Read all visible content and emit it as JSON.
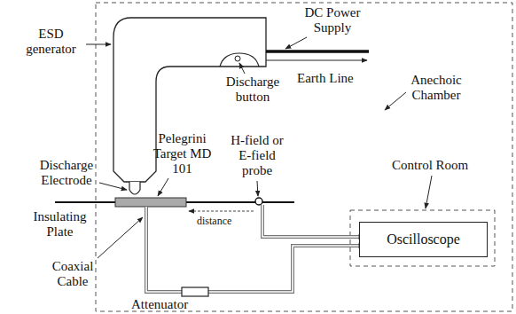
{
  "diagram": {
    "nodes": [
      {
        "text": [
          "Oscilloscope"
        ]
      }
    ],
    "labels": [
      "ESD generator",
      "DC Power Supply",
      "Discharge button",
      "Earth Line",
      "Anechoic Chamber",
      "Discharge Electrode",
      "Pelegrini Target MD 101",
      "H-field or E-field probe",
      "distance",
      "Insulating Plate",
      "Coaxial Cable",
      "Attenuator",
      "Control Room"
    ]
  }
}
